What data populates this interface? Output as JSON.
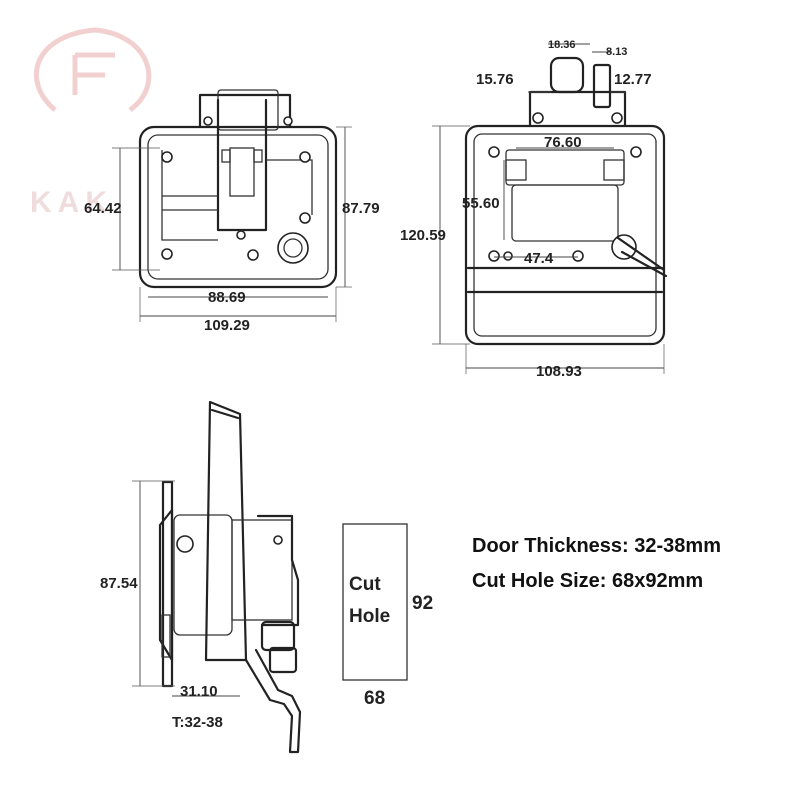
{
  "brand": {
    "logo_text": "KAK"
  },
  "front_view": {
    "height_inner": "64.42",
    "height_outer": "87.79",
    "width_inner": "88.69",
    "width_outer": "109.29"
  },
  "back_view": {
    "d_18_36": "18.36",
    "d_8_13": "8.13",
    "d_15_76": "15.76",
    "d_12_77": "12.77",
    "width_top": "76.60",
    "height_mid": "55.60",
    "height_total": "120.59",
    "width_lower": "47.4",
    "width_total": "108.93"
  },
  "side_view": {
    "height": "87.54",
    "depth": "31.10",
    "thickness_range": "T:32-38"
  },
  "cut_hole": {
    "label_line1": "Cut",
    "label_line2": "Hole",
    "height": "92",
    "width": "68"
  },
  "specs": {
    "door_thickness": "Door Thickness:  32-38mm",
    "cut_hole_size": "Cut Hole Size: 68x92mm"
  }
}
